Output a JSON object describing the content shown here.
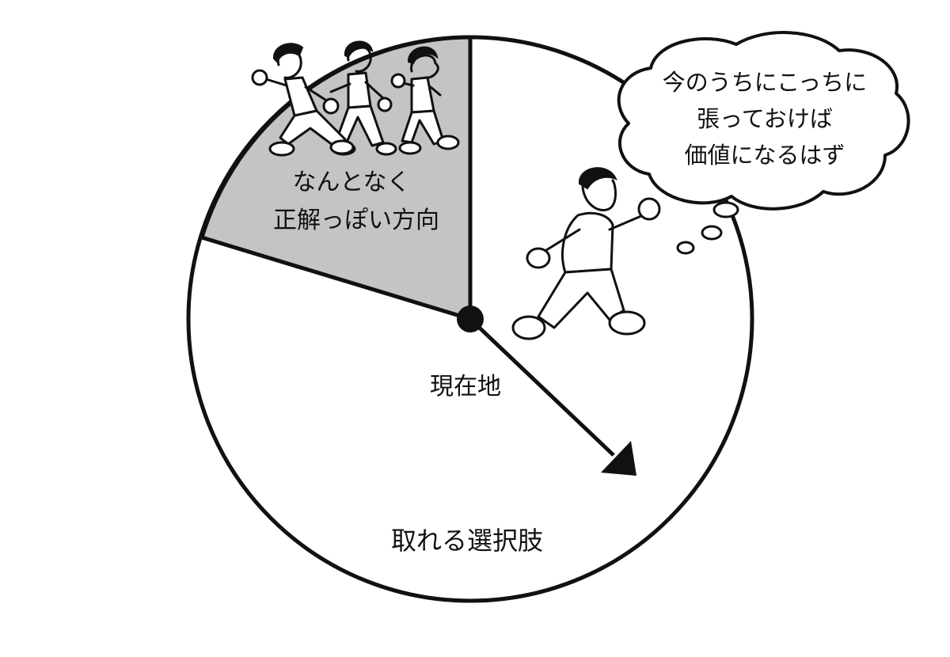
{
  "diagram": {
    "center_label": "現在地",
    "options_label": "取れる選択肢",
    "sector_label": [
      "なんとなく",
      "正解っぽい方向"
    ],
    "thought_bubble": [
      "今のうちにこっちに",
      "張っておけば",
      "価値になるはず"
    ],
    "colors": {
      "outline": "#111111",
      "sector_fill": "#c4c4c4",
      "background": "#ffffff"
    },
    "icons": [
      "crowd-of-runners-icon",
      "lone-runner-icon",
      "direction-arrow-icon"
    ]
  }
}
